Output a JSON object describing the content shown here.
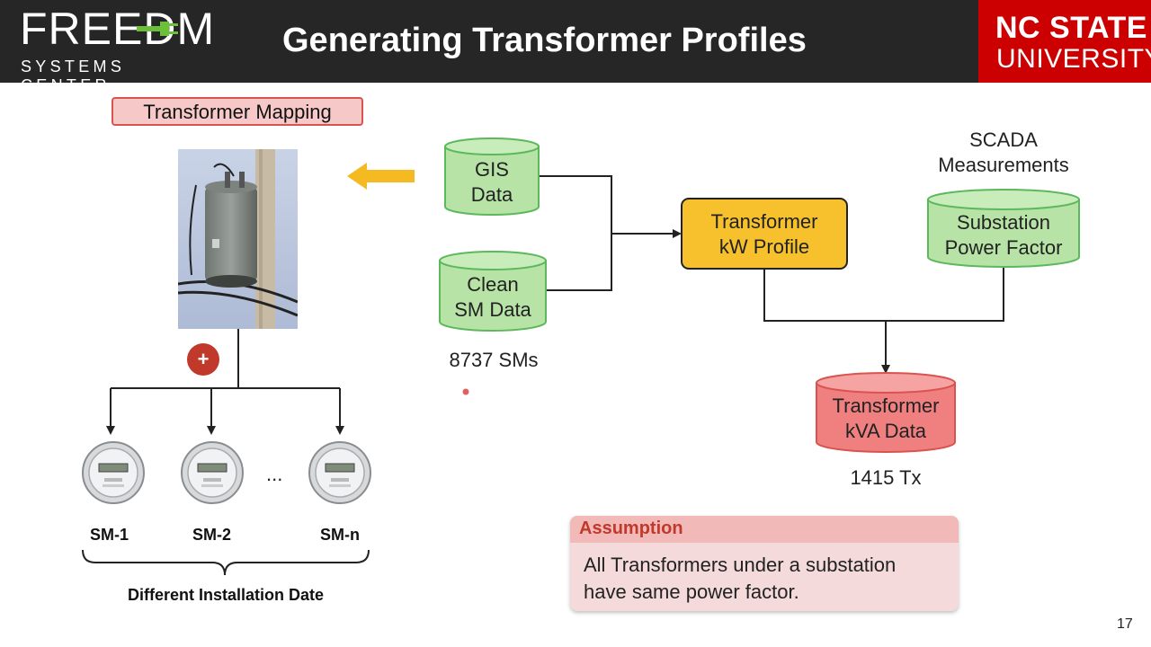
{
  "header": {
    "logo_main": "FREEDM",
    "logo_sub": "SYSTEMS CENTER",
    "title": "Generating Transformer Profiles",
    "university_line1": "NC STATE",
    "university_line2": "UNIVERSITY"
  },
  "left": {
    "mapping_label": "Transformer Mapping",
    "plus_symbol": "+",
    "meters": [
      {
        "label": "SM-1"
      },
      {
        "label": "SM-2"
      },
      {
        "label": "SM-n"
      }
    ],
    "ellipsis": "...",
    "install_note": "Different Installation Date"
  },
  "flow": {
    "gis_line1": "GIS",
    "gis_line2": "Data",
    "clean_line1": "Clean",
    "clean_line2": "SM Data",
    "sm_count": "8737 SMs",
    "kw_line1": "Transformer",
    "kw_line2": "kW Profile",
    "scada_line1": "SCADA",
    "scada_line2": "Measurements",
    "pf_line1": "Substation",
    "pf_line2": "Power Factor",
    "kva_line1": "Transformer",
    "kva_line2": "kVA Data",
    "tx_count": "1415 Tx"
  },
  "assumption": {
    "title": "Assumption",
    "line1": "All Transformers under a substation",
    "line2": "have same power factor."
  },
  "page_number": "17",
  "colors": {
    "header_bg": "#262626",
    "ncsu_red": "#cc0000",
    "db_green": "#b7e4a6",
    "db_green_border": "#5cb85c",
    "kw_box": "#f7c12d",
    "kva_red": "#f08080",
    "arrow_yellow": "#f5b921"
  }
}
